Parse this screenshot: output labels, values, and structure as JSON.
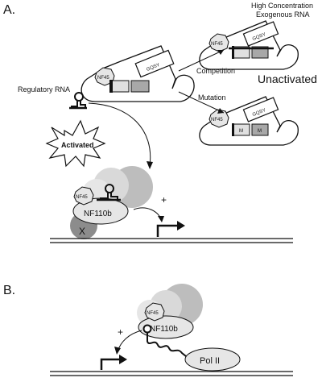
{
  "panel_a": {
    "label": "A.",
    "regulatory_rna": "Regulatory RNA",
    "activated": "Activated",
    "unactivated": "Unactivated",
    "competition": "Competition",
    "mutation": "Mutation",
    "high_concentration": "High Concentration",
    "exogenous_rna": "Exogenous RNA",
    "nf45": "NF45",
    "gqsy": "GQSY",
    "mut_box": "M",
    "nf110b": "NF110b",
    "x_factor": "X",
    "plus": "+"
  },
  "panel_b": {
    "label": "B.",
    "nf45": "NF45",
    "nf110b": "NF110b",
    "pol2": "Pol II",
    "plus": "+"
  },
  "colors": {
    "ink": "#111111",
    "light_gray": "#d9d9d9",
    "mid_gray": "#bdbdbd",
    "dark_gray": "#8c8c8c",
    "box_gray": "#a8a8a8"
  }
}
